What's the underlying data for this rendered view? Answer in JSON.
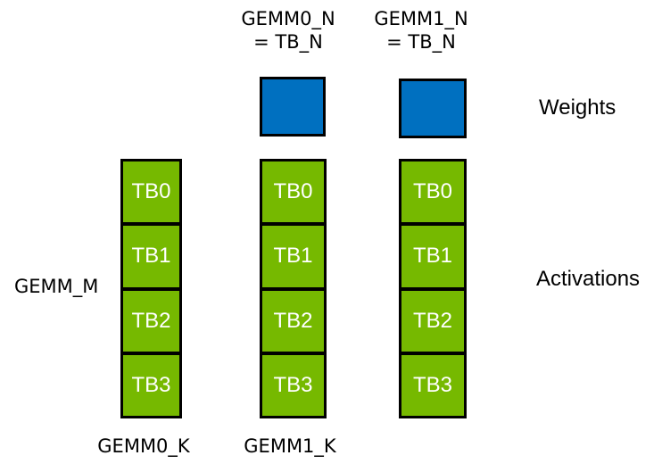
{
  "title_labels": {
    "gemm0_n": {
      "line1": "GEMM0_N",
      "line2": "= TB_N"
    },
    "gemm1_n": {
      "line1": "GEMM1_N",
      "line2": "= TB_N"
    }
  },
  "side_labels": {
    "weights": "Weights",
    "activations": "Activations",
    "gemm_m": "GEMM_M"
  },
  "bottom_labels": {
    "gemm0_k": "GEMM0_K",
    "gemm1_k": "GEMM1_K"
  },
  "columns": [
    {
      "cells": [
        "TB0",
        "TB1",
        "TB2",
        "TB3"
      ]
    },
    {
      "cells": [
        "TB0",
        "TB1",
        "TB2",
        "TB3"
      ]
    },
    {
      "cells": [
        "TB0",
        "TB1",
        "TB2",
        "TB3"
      ]
    }
  ],
  "colors": {
    "activation-green": "#76B900",
    "weight-blue": "#0070C0",
    "outline-black": "#000000",
    "cell-text-white": "#ffffff",
    "label-text": "#000000",
    "background": "#ffffff"
  }
}
